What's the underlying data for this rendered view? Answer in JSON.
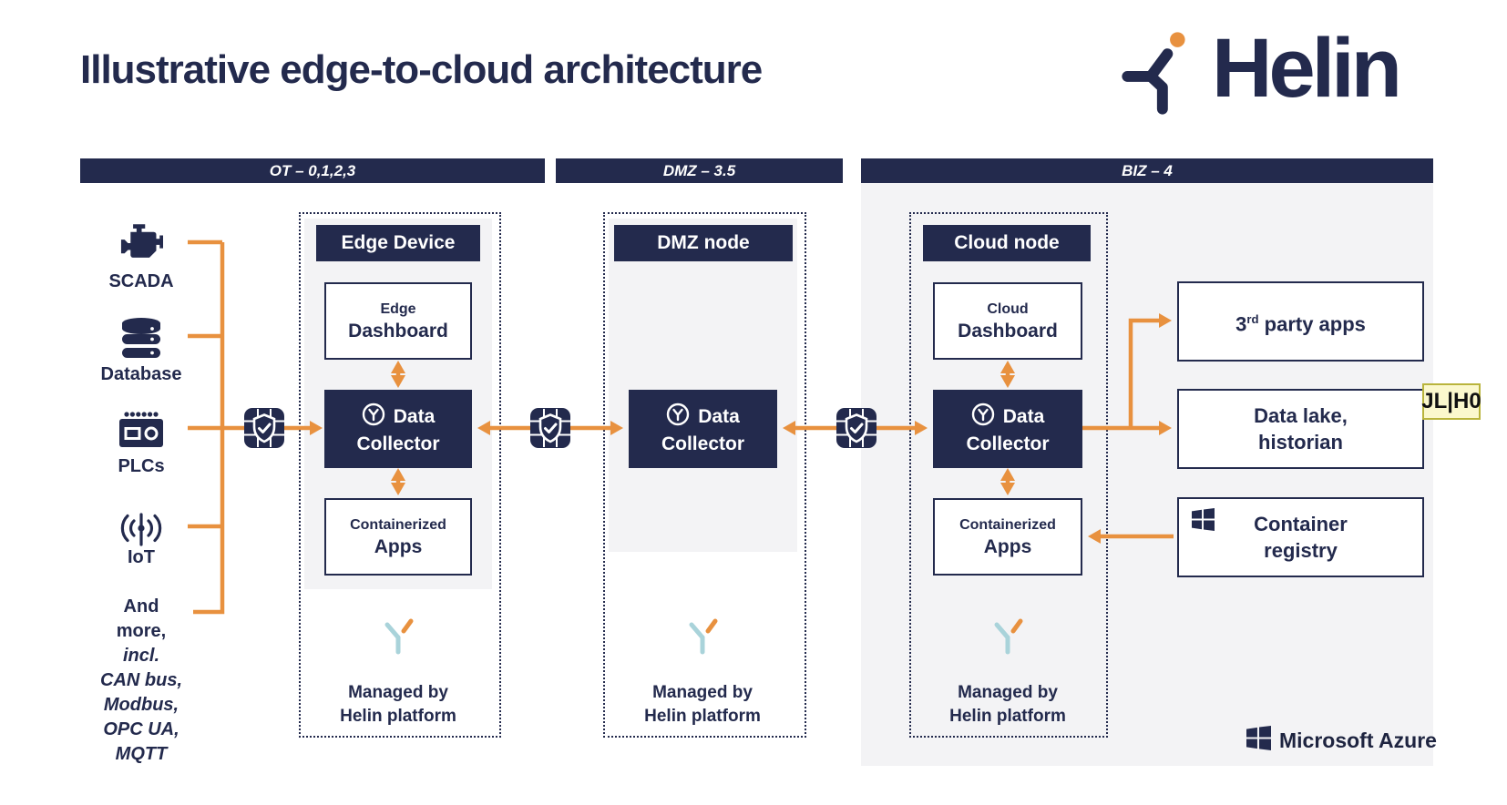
{
  "title": "Illustrative edge-to-cloud architecture",
  "brand": {
    "wordmark": "Helin",
    "mark_icon": "helin-y-logo-icon",
    "accent_dot_color": "#e8913f"
  },
  "zones": {
    "ot": "OT – 0,1,2,3",
    "dmz": "DMZ – 3.5",
    "biz": "BIZ – 4"
  },
  "sources": {
    "items": [
      {
        "label": "SCADA",
        "icon": "engine-icon"
      },
      {
        "label": "Database",
        "icon": "database-icon"
      },
      {
        "label": "PLCs",
        "icon": "plc-icon"
      },
      {
        "label": "IoT",
        "icon": "iot-antenna-icon"
      }
    ],
    "more": {
      "l1": "And",
      "l2": "more,",
      "l3": "incl.",
      "l4": "CAN bus,",
      "l5": "Modbus,",
      "l6": "OPC UA,",
      "l7": "MQTT"
    }
  },
  "edge_node": {
    "title": "Edge Device",
    "dashboard_l1": "Edge",
    "dashboard_l2": "Dashboard",
    "collector_l1": "Data",
    "collector_l2": "Collector",
    "collector_icon": "helin-y-circle-icon",
    "apps_l1": "Containerized",
    "apps_l2": "Apps",
    "managed_l1": "Managed by",
    "managed_l2": "Helin platform",
    "managed_icon": "helin-y-mark-icon"
  },
  "dmz_node": {
    "title": "DMZ node",
    "collector_l1": "Data",
    "collector_l2": "Collector",
    "collector_icon": "helin-y-circle-icon",
    "managed_l1": "Managed by",
    "managed_l2": "Helin platform",
    "managed_icon": "helin-y-mark-icon"
  },
  "cloud_node": {
    "title": "Cloud node",
    "dashboard_l1": "Cloud",
    "dashboard_l2": "Dashboard",
    "collector_l1": "Data",
    "collector_l2": "Collector",
    "collector_icon": "helin-y-circle-icon",
    "apps_l1": "Containerized",
    "apps_l2": "Apps",
    "managed_l1": "Managed by",
    "managed_l2": "Helin platform",
    "managed_icon": "helin-y-mark-icon"
  },
  "destinations": {
    "third_party": {
      "base": "3",
      "sup": "rd",
      "rest": " party apps"
    },
    "data_lake": {
      "l1": "Data lake,",
      "l2": "historian"
    },
    "registry": {
      "l1": "Container",
      "l2": "registry",
      "icon": "windows-icon"
    }
  },
  "security": {
    "icon": "firewall-shield-icon",
    "count": 3
  },
  "comment_badge": "JL|H0",
  "azure_label": "Microsoft Azure",
  "colors": {
    "navy": "#232a4d",
    "orange": "#e8913f",
    "zone_gray": "#f3f3f5",
    "badge_bg": "#fbf8cd",
    "badge_border": "#b9b43c",
    "y_mark_blue": "#a9d3da"
  }
}
